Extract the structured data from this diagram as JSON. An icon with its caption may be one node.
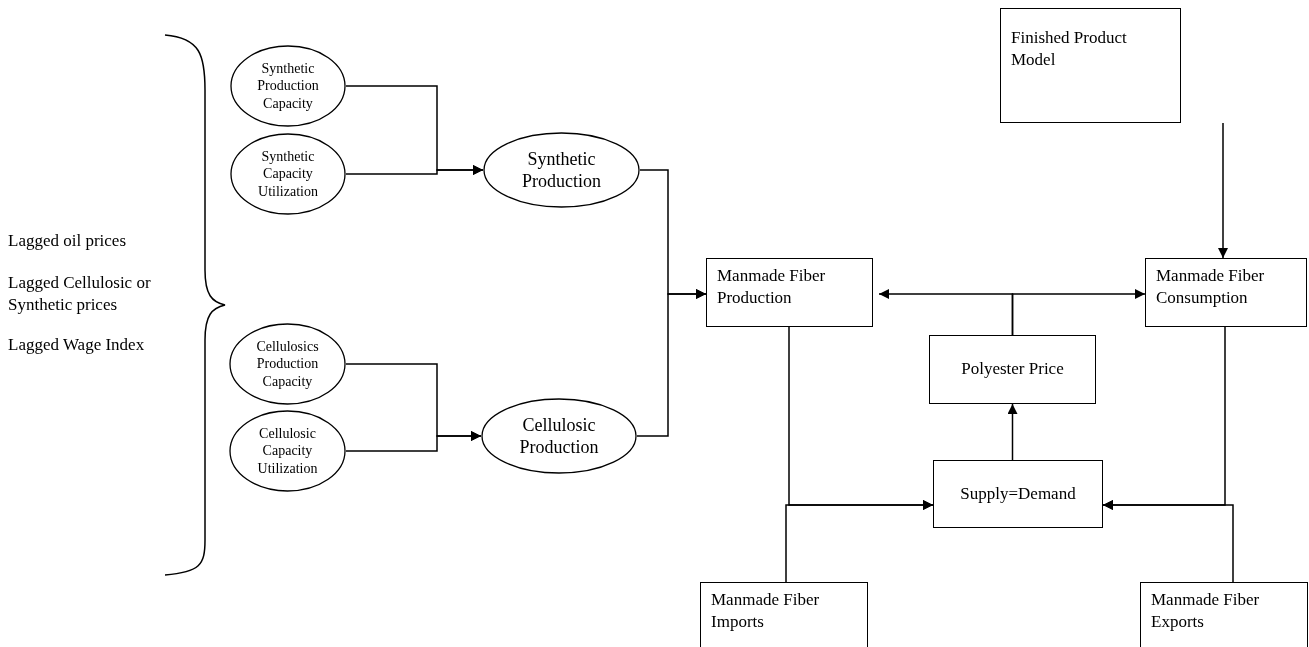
{
  "diagram": {
    "nodes": [
      {
        "text": [
          "Synthetic Production Capacity"
        ]
      },
      {
        "text": [
          "Synthetic Capacity Utilization"
        ]
      },
      {
        "text": [
          "Synthetic Production"
        ]
      },
      {
        "text": [
          "Cellulosics Production Capacity"
        ]
      },
      {
        "text": [
          "Cellulosic Capacity Utilization"
        ]
      },
      {
        "text": [
          "Cellulosic Production"
        ]
      },
      {
        "text": [
          "Finished Product Model"
        ]
      },
      {
        "text": [
          "Manmade Fiber Production"
        ]
      },
      {
        "text": [
          "Manmade Fiber Consumption"
        ]
      },
      {
        "text": [
          "Polyester Price"
        ]
      },
      {
        "text": [
          "Supply=Demand"
        ]
      },
      {
        "text": [
          "Manmade Fiber Imports"
        ]
      },
      {
        "text": [
          "Manmade Fiber Exports"
        ]
      }
    ],
    "edges": [
      {
        "from": 0,
        "to": 2,
        "arrow": "to"
      },
      {
        "from": 1,
        "to": 2,
        "arrow": "to"
      },
      {
        "from": 3,
        "to": 5,
        "arrow": "to"
      },
      {
        "from": 4,
        "to": 5,
        "arrow": "to"
      },
      {
        "from": 2,
        "to": 7,
        "arrow": "to"
      },
      {
        "from": 5,
        "to": 7,
        "arrow": "to"
      },
      {
        "from": 6,
        "to": 8,
        "arrow": "to"
      },
      {
        "from": 9,
        "to": 7,
        "arrow": "to"
      },
      {
        "from": 9,
        "to": 8,
        "arrow": "to"
      },
      {
        "from": 10,
        "to": 9,
        "arrow": "to"
      },
      {
        "from": 7,
        "to": 10,
        "arrow": "to"
      },
      {
        "from": 8,
        "to": 10,
        "arrow": "to"
      },
      {
        "from": 11,
        "to": 10,
        "arrow": "to"
      },
      {
        "from": 12,
        "to": 10,
        "arrow": "to"
      }
    ],
    "labels": [
      "Lagged oil prices",
      "Lagged Cellulosic or Synthetic prices",
      "Lagged Wage Index"
    ]
  }
}
